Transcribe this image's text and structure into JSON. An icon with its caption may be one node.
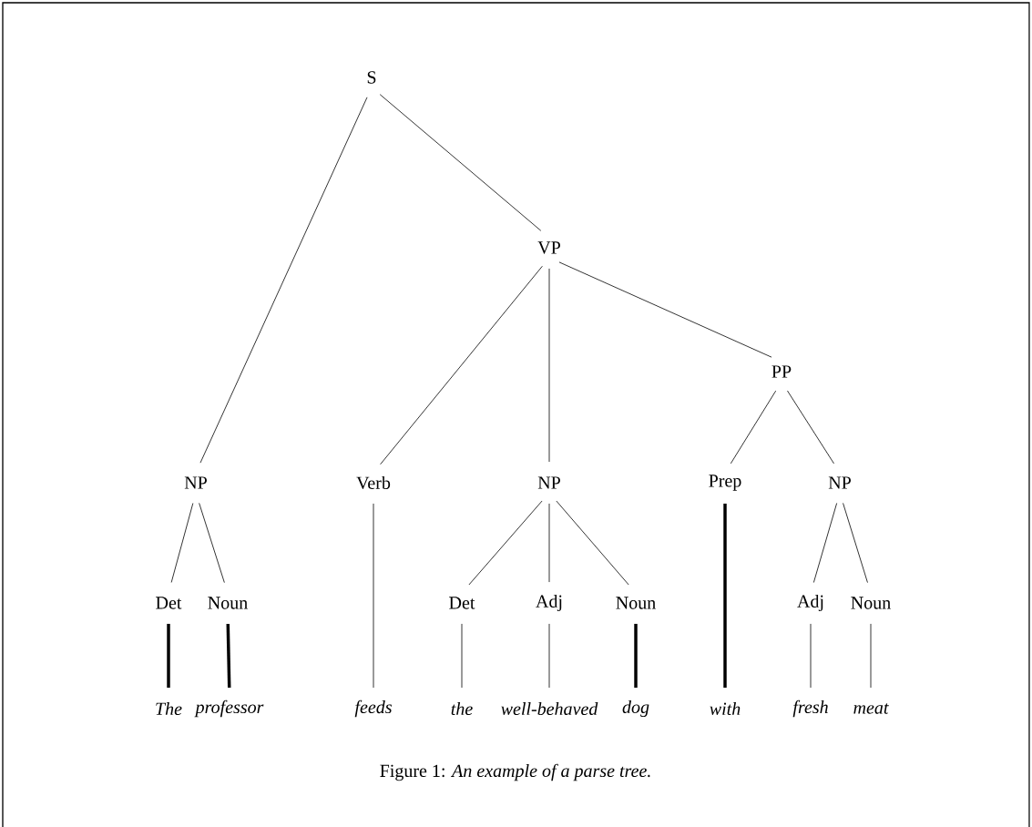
{
  "diagram": {
    "caption": "Figure 1: *An example of a parse tree.*",
    "nodes": [
      {
        "text": [
          "S"
        ]
      },
      {
        "text": [
          "VP"
        ]
      },
      {
        "text": [
          "PP"
        ]
      },
      {
        "text": [
          "NP"
        ]
      },
      {
        "text": [
          "Verb"
        ]
      },
      {
        "text": [
          "NP"
        ]
      },
      {
        "text": [
          "Prep"
        ]
      },
      {
        "text": [
          "NP"
        ]
      },
      {
        "text": [
          "Det"
        ]
      },
      {
        "text": [
          "Noun"
        ]
      },
      {
        "text": [
          "Det"
        ]
      },
      {
        "text": [
          "Adj"
        ]
      },
      {
        "text": [
          "Noun"
        ]
      },
      {
        "text": [
          "Adj"
        ]
      },
      {
        "text": [
          "Noun"
        ]
      },
      {
        "text": [
          "The"
        ]
      },
      {
        "text": [
          "professor"
        ]
      },
      {
        "text": [
          "feeds"
        ]
      },
      {
        "text": [
          "the"
        ]
      },
      {
        "text": [
          "well-behaved"
        ]
      },
      {
        "text": [
          "dog"
        ]
      },
      {
        "text": [
          "with"
        ]
      },
      {
        "text": [
          "fresh"
        ]
      },
      {
        "text": [
          "meat"
        ]
      }
    ],
    "edges": [
      {
        "from": 0,
        "to": 3,
        "arrow": "none"
      },
      {
        "from": 0,
        "to": 1,
        "arrow": "none"
      },
      {
        "from": 1,
        "to": 4,
        "arrow": "none"
      },
      {
        "from": 1,
        "to": 5,
        "arrow": "none"
      },
      {
        "from": 1,
        "to": 2,
        "arrow": "none"
      },
      {
        "from": 2,
        "to": 6,
        "arrow": "none"
      },
      {
        "from": 2,
        "to": 7,
        "arrow": "none"
      },
      {
        "from": 3,
        "to": 8,
        "arrow": "none"
      },
      {
        "from": 3,
        "to": 9,
        "arrow": "none"
      },
      {
        "from": 5,
        "to": 10,
        "arrow": "none"
      },
      {
        "from": 5,
        "to": 11,
        "arrow": "none"
      },
      {
        "from": 5,
        "to": 12,
        "arrow": "none"
      },
      {
        "from": 7,
        "to": 13,
        "arrow": "none"
      },
      {
        "from": 7,
        "to": 14,
        "arrow": "none"
      },
      {
        "from": 8,
        "to": 15,
        "arrow": "none",
        "style": "thick"
      },
      {
        "from": 9,
        "to": 16,
        "arrow": "none",
        "style": "thick"
      },
      {
        "from": 4,
        "to": 17,
        "arrow": "none"
      },
      {
        "from": 10,
        "to": 18,
        "arrow": "none"
      },
      {
        "from": 11,
        "to": 19,
        "arrow": "none"
      },
      {
        "from": 12,
        "to": 20,
        "arrow": "none",
        "style": "thick"
      },
      {
        "from": 6,
        "to": 21,
        "arrow": "none",
        "style": "thick"
      },
      {
        "from": 13,
        "to": 22,
        "arrow": "none"
      },
      {
        "from": 14,
        "to": 23,
        "arrow": "none"
      }
    ]
  }
}
